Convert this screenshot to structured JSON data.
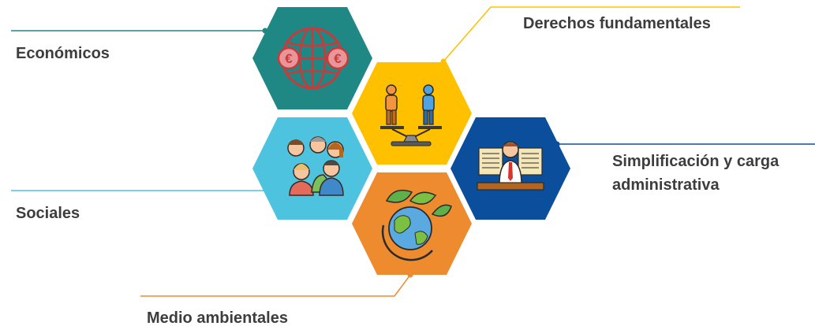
{
  "diagram": {
    "categories": [
      {
        "id": "economicos",
        "label": "Económicos",
        "color": "#1f8784",
        "icon": "globe-euro-icon"
      },
      {
        "id": "derechos",
        "label": "Derechos fundamentales",
        "color": "#ffc000",
        "icon": "equality-scale-icon"
      },
      {
        "id": "simplificacion",
        "label_line1": "Simplificación y carga",
        "label_line2": "administrativa",
        "color": "#0b4f9c",
        "icon": "paperwork-person-icon"
      },
      {
        "id": "sociales",
        "label": "Sociales",
        "color": "#4ec3e0",
        "icon": "group-people-icon"
      },
      {
        "id": "medio",
        "label": "Medio ambientales",
        "color": "#ed8b2e",
        "icon": "earth-leaves-icon"
      }
    ]
  }
}
